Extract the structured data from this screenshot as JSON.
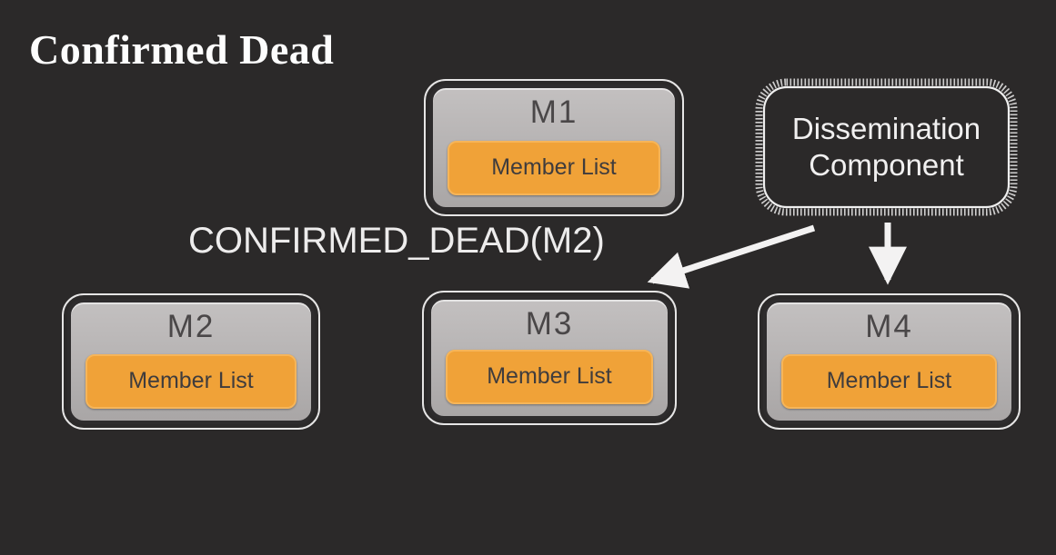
{
  "slide": {
    "title": "Confirmed Dead",
    "message": "CONFIRMED_DEAD(M2)",
    "background_color": "#2B2929",
    "text_color": "#F1F0F0"
  },
  "nodes": [
    {
      "id": "m1",
      "label": "M1",
      "member_list_label": "Member List"
    },
    {
      "id": "m2",
      "label": "M2",
      "member_list_label": "Member List"
    },
    {
      "id": "m3",
      "label": "M3",
      "member_list_label": "Member List"
    },
    {
      "id": "m4",
      "label": "M4",
      "member_list_label": "Member List"
    }
  ],
  "dissemination": {
    "line1": "Dissemination",
    "line2": "Component"
  },
  "arrows": [
    {
      "from": "dissemination-component",
      "to": "m3",
      "style": "diagonal"
    },
    {
      "from": "dissemination-component",
      "to": "m4",
      "style": "vertical"
    }
  ],
  "colors": {
    "node_fill": "#B5B2B2",
    "node_outline": "#E6E5E5",
    "node_dark_border": "#2E2C2D",
    "member_list_fill": "#F0A238",
    "dark_text": "#3F3C3D",
    "arrow": "#F3F2F2"
  }
}
